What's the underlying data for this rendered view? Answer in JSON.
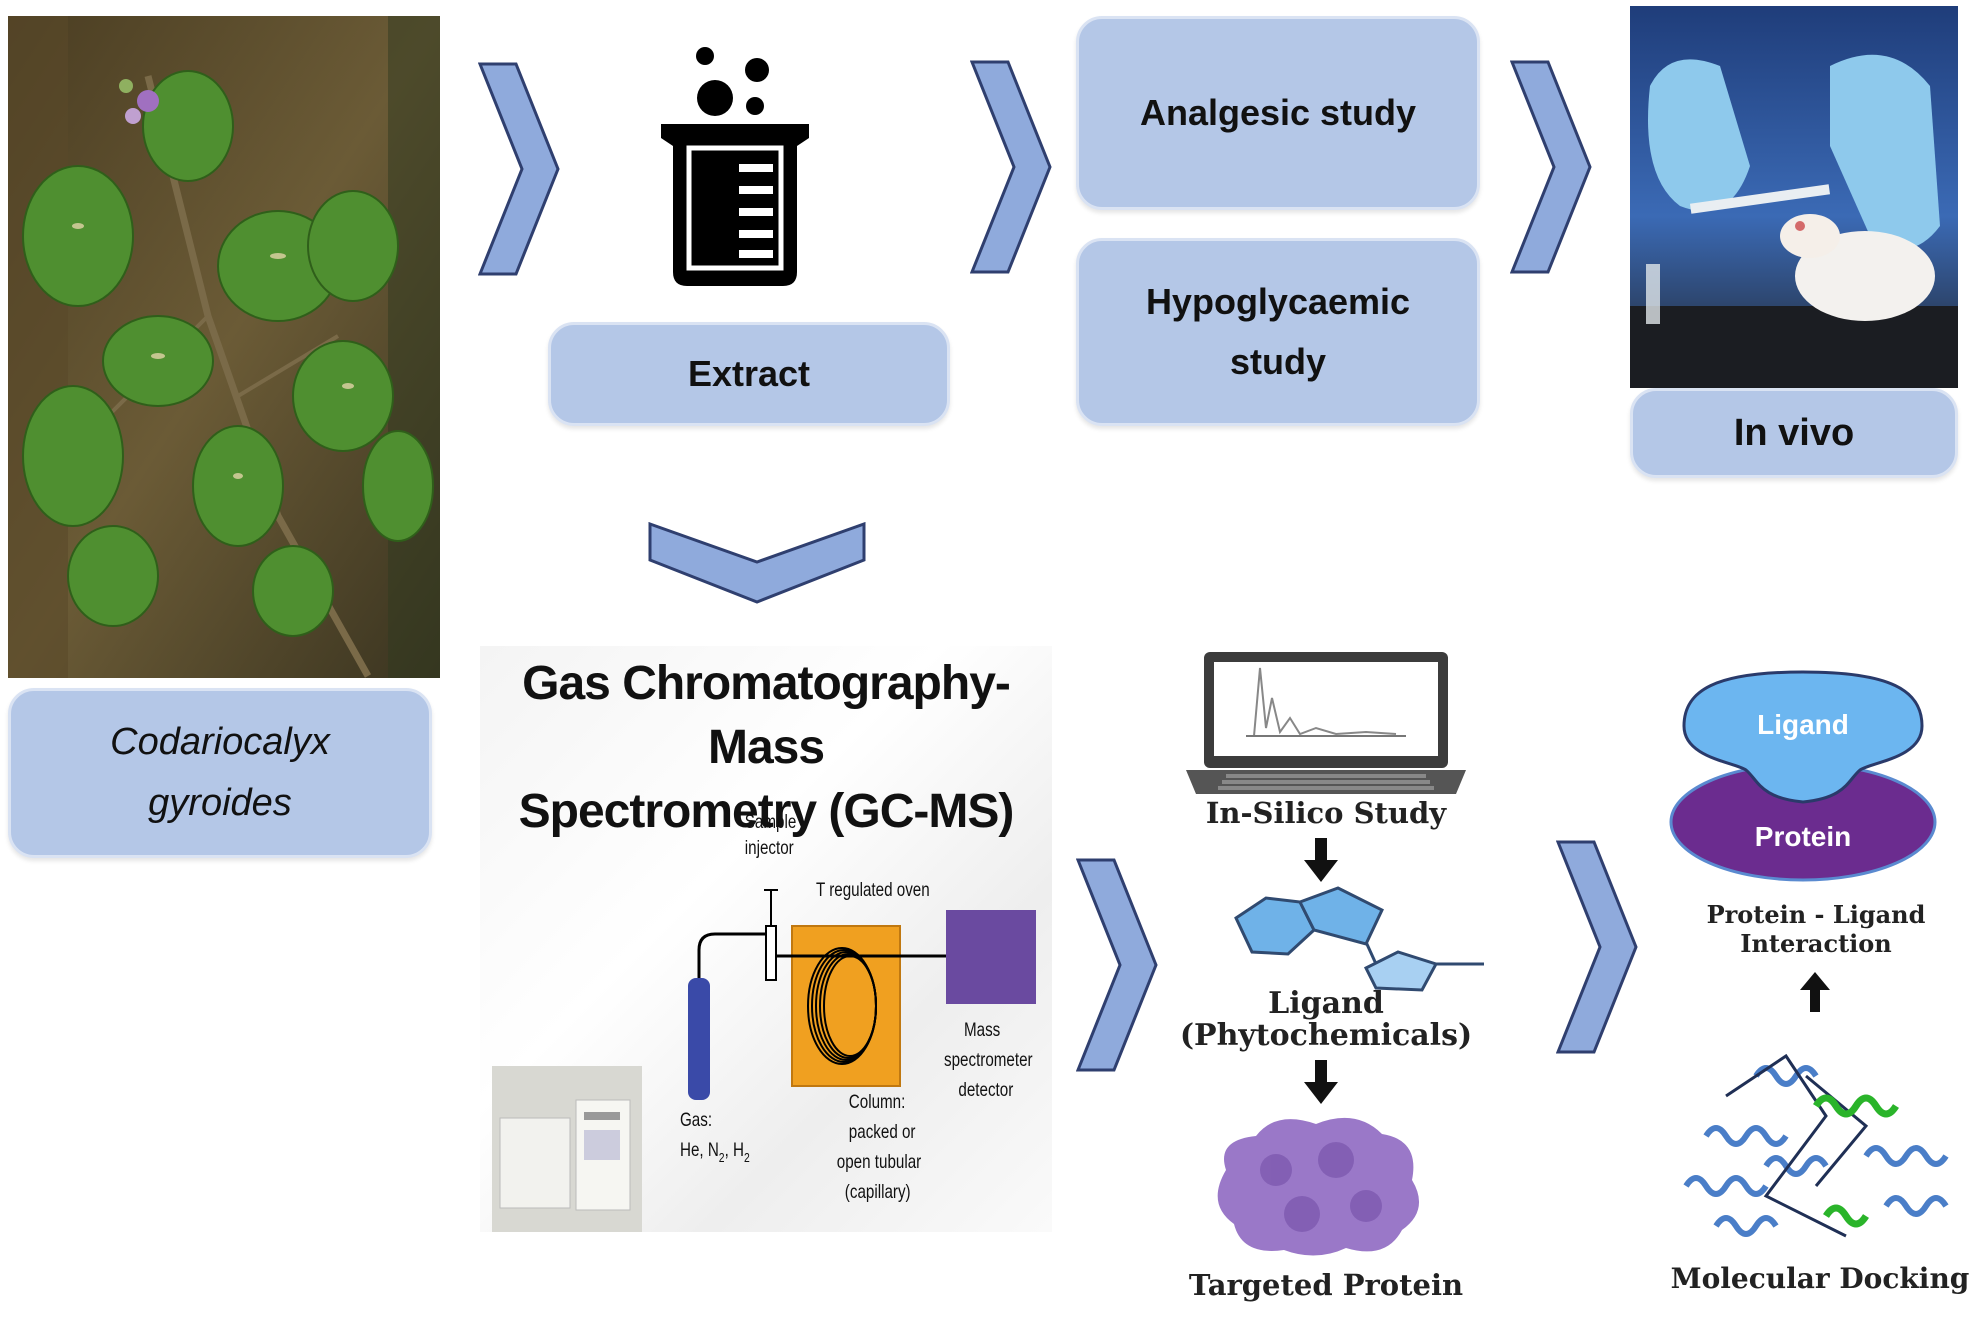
{
  "plant": {
    "name_line1": "Codariocalyx",
    "name_line2": "gyroides"
  },
  "steps": {
    "extract": "Extract",
    "analgesic": "Analgesic study",
    "hypoglycaemic_line1": "Hypoglycaemic",
    "hypoglycaemic_line2": "study",
    "in_vivo": "In vivo"
  },
  "gcms": {
    "title_line1": "Gas Chromatography-Mass",
    "title_line2": "Spectrometry (GC-MS)",
    "sample_injector_1": "Sample",
    "sample_injector_2": "injector",
    "oven": "T regulated oven",
    "mass_1": "Mass",
    "mass_2": "spectrometer",
    "mass_3": "detector",
    "column_1": "Column:",
    "column_2": "packed or",
    "column_3": "open tubular",
    "column_4": "(capillary)",
    "gas_1": "Gas:",
    "gas_2": "He, N",
    "gas_sub2": "2",
    "gas_3": ", H",
    "gas_sub3": "2"
  },
  "insilico": {
    "study": "In-Silico Study",
    "ligand_line1": "Ligand",
    "ligand_line2": "(Phytochemicals)",
    "targeted": "Targeted Protein"
  },
  "docking": {
    "ligand": "Ligand",
    "protein": "Protein",
    "interaction_line1": "Protein - Ligand",
    "interaction_line2": "Interaction",
    "molecular": "Molecular Docking"
  },
  "colors": {
    "box_fill": "#b4c7e7",
    "chevron": "#8faadc",
    "ligand_blue": "#6cb6f0",
    "protein_purple": "#6b2c8f",
    "oven_orange": "#f0a020",
    "detector_purple": "#6a4aa0",
    "gas_blue": "#3a4aa8"
  }
}
